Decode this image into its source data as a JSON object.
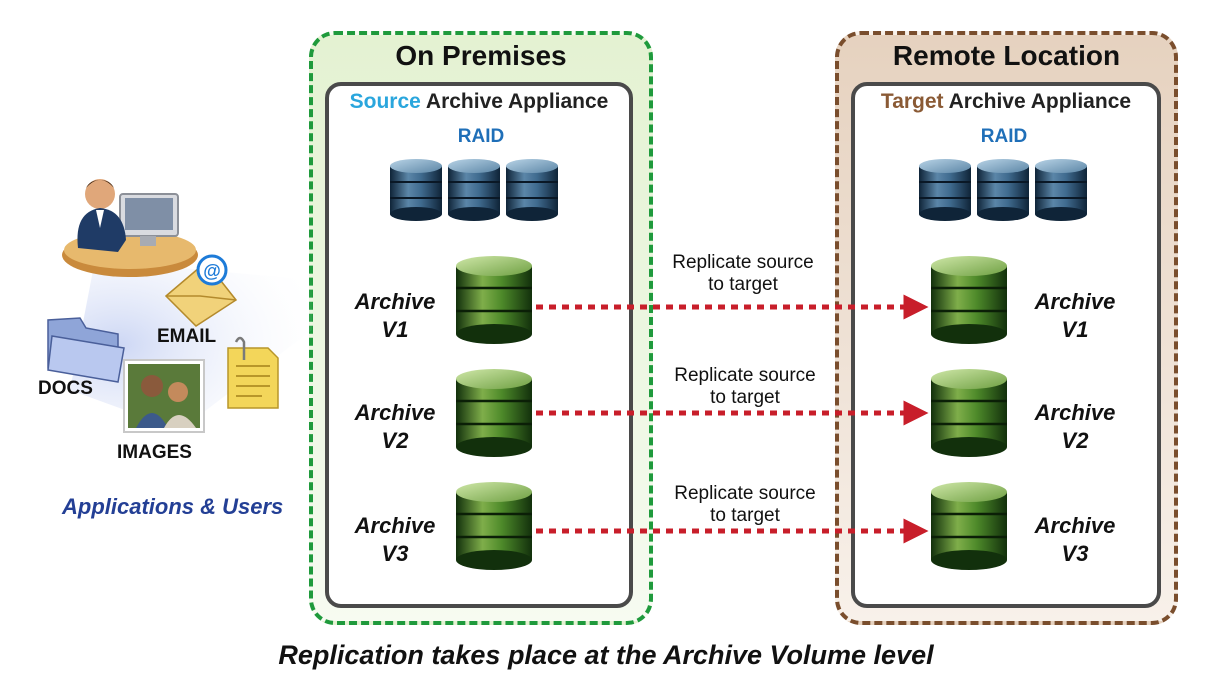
{
  "zones": {
    "on_premises": "On Premises",
    "remote_location": "Remote Location"
  },
  "source_appliance": {
    "keyword": "Source",
    "title_rest": " Archive Appliance",
    "raid_label": "RAID",
    "volumes": [
      {
        "line1": "Archive",
        "line2": "V1"
      },
      {
        "line1": "Archive",
        "line2": "V2"
      },
      {
        "line1": "Archive",
        "line2": "V3"
      }
    ]
  },
  "target_appliance": {
    "keyword": "Target",
    "title_rest": " Archive Appliance",
    "raid_label": "RAID",
    "volumes": [
      {
        "line1": "Archive",
        "line2": "V1"
      },
      {
        "line1": "Archive",
        "line2": "V2"
      },
      {
        "line1": "Archive",
        "line2": "V3"
      }
    ]
  },
  "replication": [
    {
      "line1": "Replicate source",
      "line2": "to target"
    },
    {
      "line1": "Replicate source",
      "line2": "to target"
    },
    {
      "line1": "Replicate source",
      "line2": "to target"
    }
  ],
  "users": {
    "email": "EMAIL",
    "docs": "DOCS",
    "images": "IMAGES",
    "apps_users": "Applications & Users"
  },
  "caption": "Replication takes place at the Archive Volume level",
  "colors": {
    "onprem_border": "#1f9a3c",
    "remote_border": "#7a4e2d",
    "source_keyword": "#2aa6dd",
    "target_keyword": "#8a5a35",
    "raid_text": "#1f6fb8",
    "arrow": "#c81e2a",
    "apps_users_text": "#233f95"
  },
  "icons": [
    "user-at-desk-icon",
    "email-envelope-icon",
    "folder-icon",
    "photo-icon",
    "document-icon",
    "blue-disk-icon",
    "green-disk-icon"
  ]
}
